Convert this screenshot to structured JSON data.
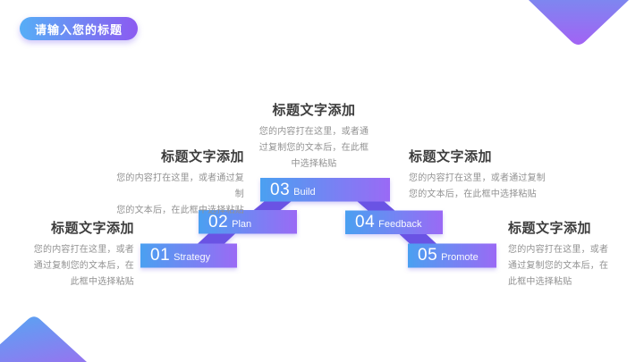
{
  "slide": {
    "title_badge": "请输入您的标题"
  },
  "colors": {
    "bar_gradient_start": "#4BA0F1",
    "bar_gradient_end": "#9A6AF5",
    "fold": "#6B53E4",
    "badge_gradient_start": "#56AEF6",
    "badge_gradient_end": "#8C5AF1",
    "corner_top": "#7E86F0",
    "corner_bottom": "#A263F4",
    "triangle_top": "#58A4F3",
    "triangle_bottom": "#9178F0"
  },
  "steps": [
    {
      "number": "01",
      "label": "Strategy"
    },
    {
      "number": "02",
      "label": "Plan"
    },
    {
      "number": "03",
      "label": "Build"
    },
    {
      "number": "04",
      "label": "Feedback"
    },
    {
      "number": "05",
      "label": "Promote"
    }
  ],
  "text_blocks": [
    {
      "title": "标题文字添加",
      "body_lines": [
        "您的内容打在这里，或者",
        "通过复制您的文本后，在",
        "此框中选择粘贴"
      ]
    },
    {
      "title": "标题文字添加",
      "body_lines": [
        "您的内容打在这里，或者通过复制",
        "您的文本后，在此框中选择粘贴"
      ]
    },
    {
      "title": "标题文字添加",
      "body_lines": [
        "您的内容打在这里，或者通",
        "过复制您的文本后，在此框",
        "中选择粘贴"
      ]
    },
    {
      "title": "标题文字添加",
      "body_lines": [
        "您的内容打在这里，或者通过复制",
        "您的文本后，在此框中选择粘贴"
      ]
    },
    {
      "title": "标题文字添加",
      "body_lines": [
        "您的内容打在这里，或者",
        "通过复制您的文本后，在",
        "此框中选择粘贴"
      ]
    }
  ]
}
